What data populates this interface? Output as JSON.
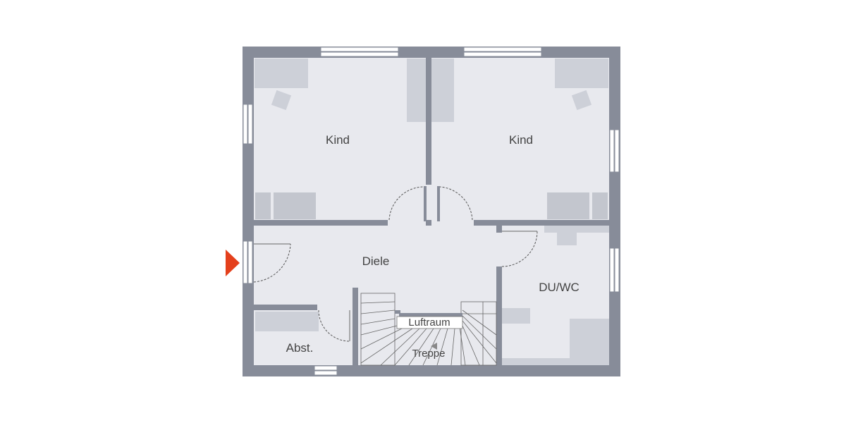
{
  "floorplan": {
    "rooms": {
      "kind_left": "Kind",
      "kind_right": "Kind",
      "diele": "Diele",
      "du_wc": "DU/WC",
      "abst": "Abst.",
      "luftraum": "Luftraum",
      "treppe": "Treppe"
    },
    "colors": {
      "wall": "#878c99",
      "floor": "#e8e9ee",
      "furniture": "#cdd0d8",
      "entrance_marker": "#e4401c"
    },
    "icons": {
      "entrance": "entrance-arrow-icon"
    }
  }
}
